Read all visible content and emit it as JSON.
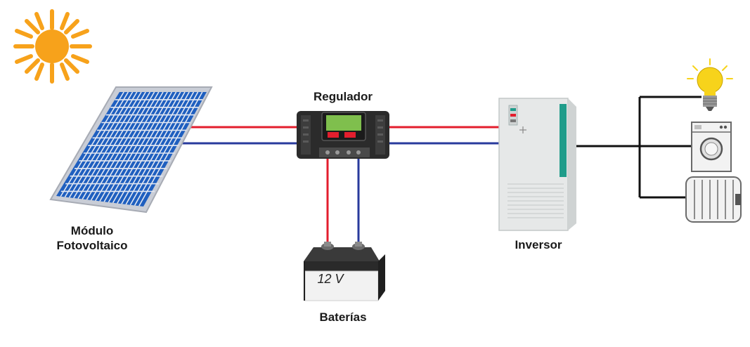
{
  "labels": {
    "panel_line1": "Módulo",
    "panel_line2": "Fotovoltaico",
    "regulator": "Regulador",
    "battery": "Baterías",
    "inverter": "Inversor"
  },
  "battery_voltage": "12 V",
  "colors": {
    "sun": "#f7a21b",
    "panel_frame": "#c9cdd6",
    "panel_cell": "#1f5fbf",
    "wire_positive": "#e31e2d",
    "wire_negative": "#283a9c",
    "wire_ac": "#111111",
    "regulator_body": "#2b2b2b",
    "regulator_display": "#7fbf4d",
    "inverter_body": "#e6e8e8",
    "inverter_stripe": "#1f9c8a",
    "bulb": "#f7d31b"
  },
  "icons": [
    "sun-icon",
    "solar-panel-icon",
    "charge-regulator-icon",
    "battery-icon",
    "inverter-icon",
    "light-bulb-icon",
    "washing-machine-icon",
    "radiator-icon"
  ]
}
